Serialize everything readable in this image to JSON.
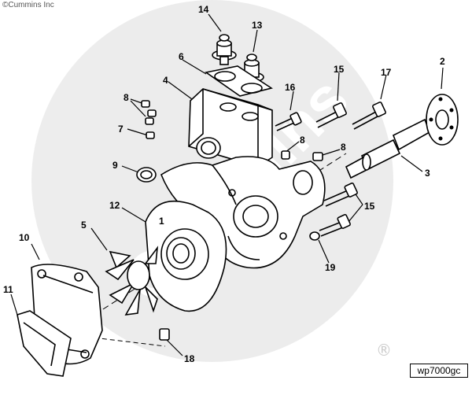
{
  "copyright": "©Cummins Inc",
  "watermark": "Cummins",
  "registered_mark": "®",
  "figure_id": "wp7000gc",
  "callouts": {
    "c1": "1",
    "c2": "2",
    "c3": "3",
    "c4": "4",
    "c5": "5",
    "c6": "6",
    "c7": "7",
    "c8a": "8",
    "c8b": "8",
    "c8c": "8",
    "c9": "9",
    "c10": "10",
    "c11": "11",
    "c12": "12",
    "c13": "13",
    "c14": "14",
    "c15a": "15",
    "c15b": "15",
    "c16": "16",
    "c17": "17",
    "c18": "18",
    "c19": "19"
  }
}
